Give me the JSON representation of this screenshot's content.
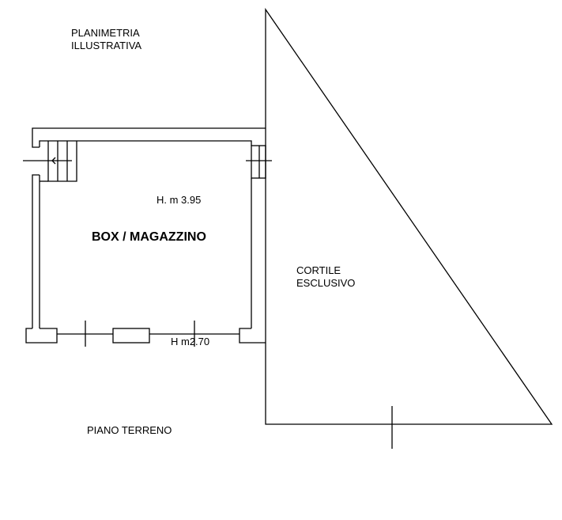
{
  "title": {
    "line1": "PLANIMETRIA",
    "line2": "ILLUSTRATIVA"
  },
  "room": {
    "name": "BOX / MAGAZZINO",
    "height_label": "H. m 3.95",
    "door_height_label": "H m2.70"
  },
  "courtyard": {
    "line1": "CORTILE",
    "line2": "ESCLUSIVO"
  },
  "floor_label": "PIANO TERRENO"
}
